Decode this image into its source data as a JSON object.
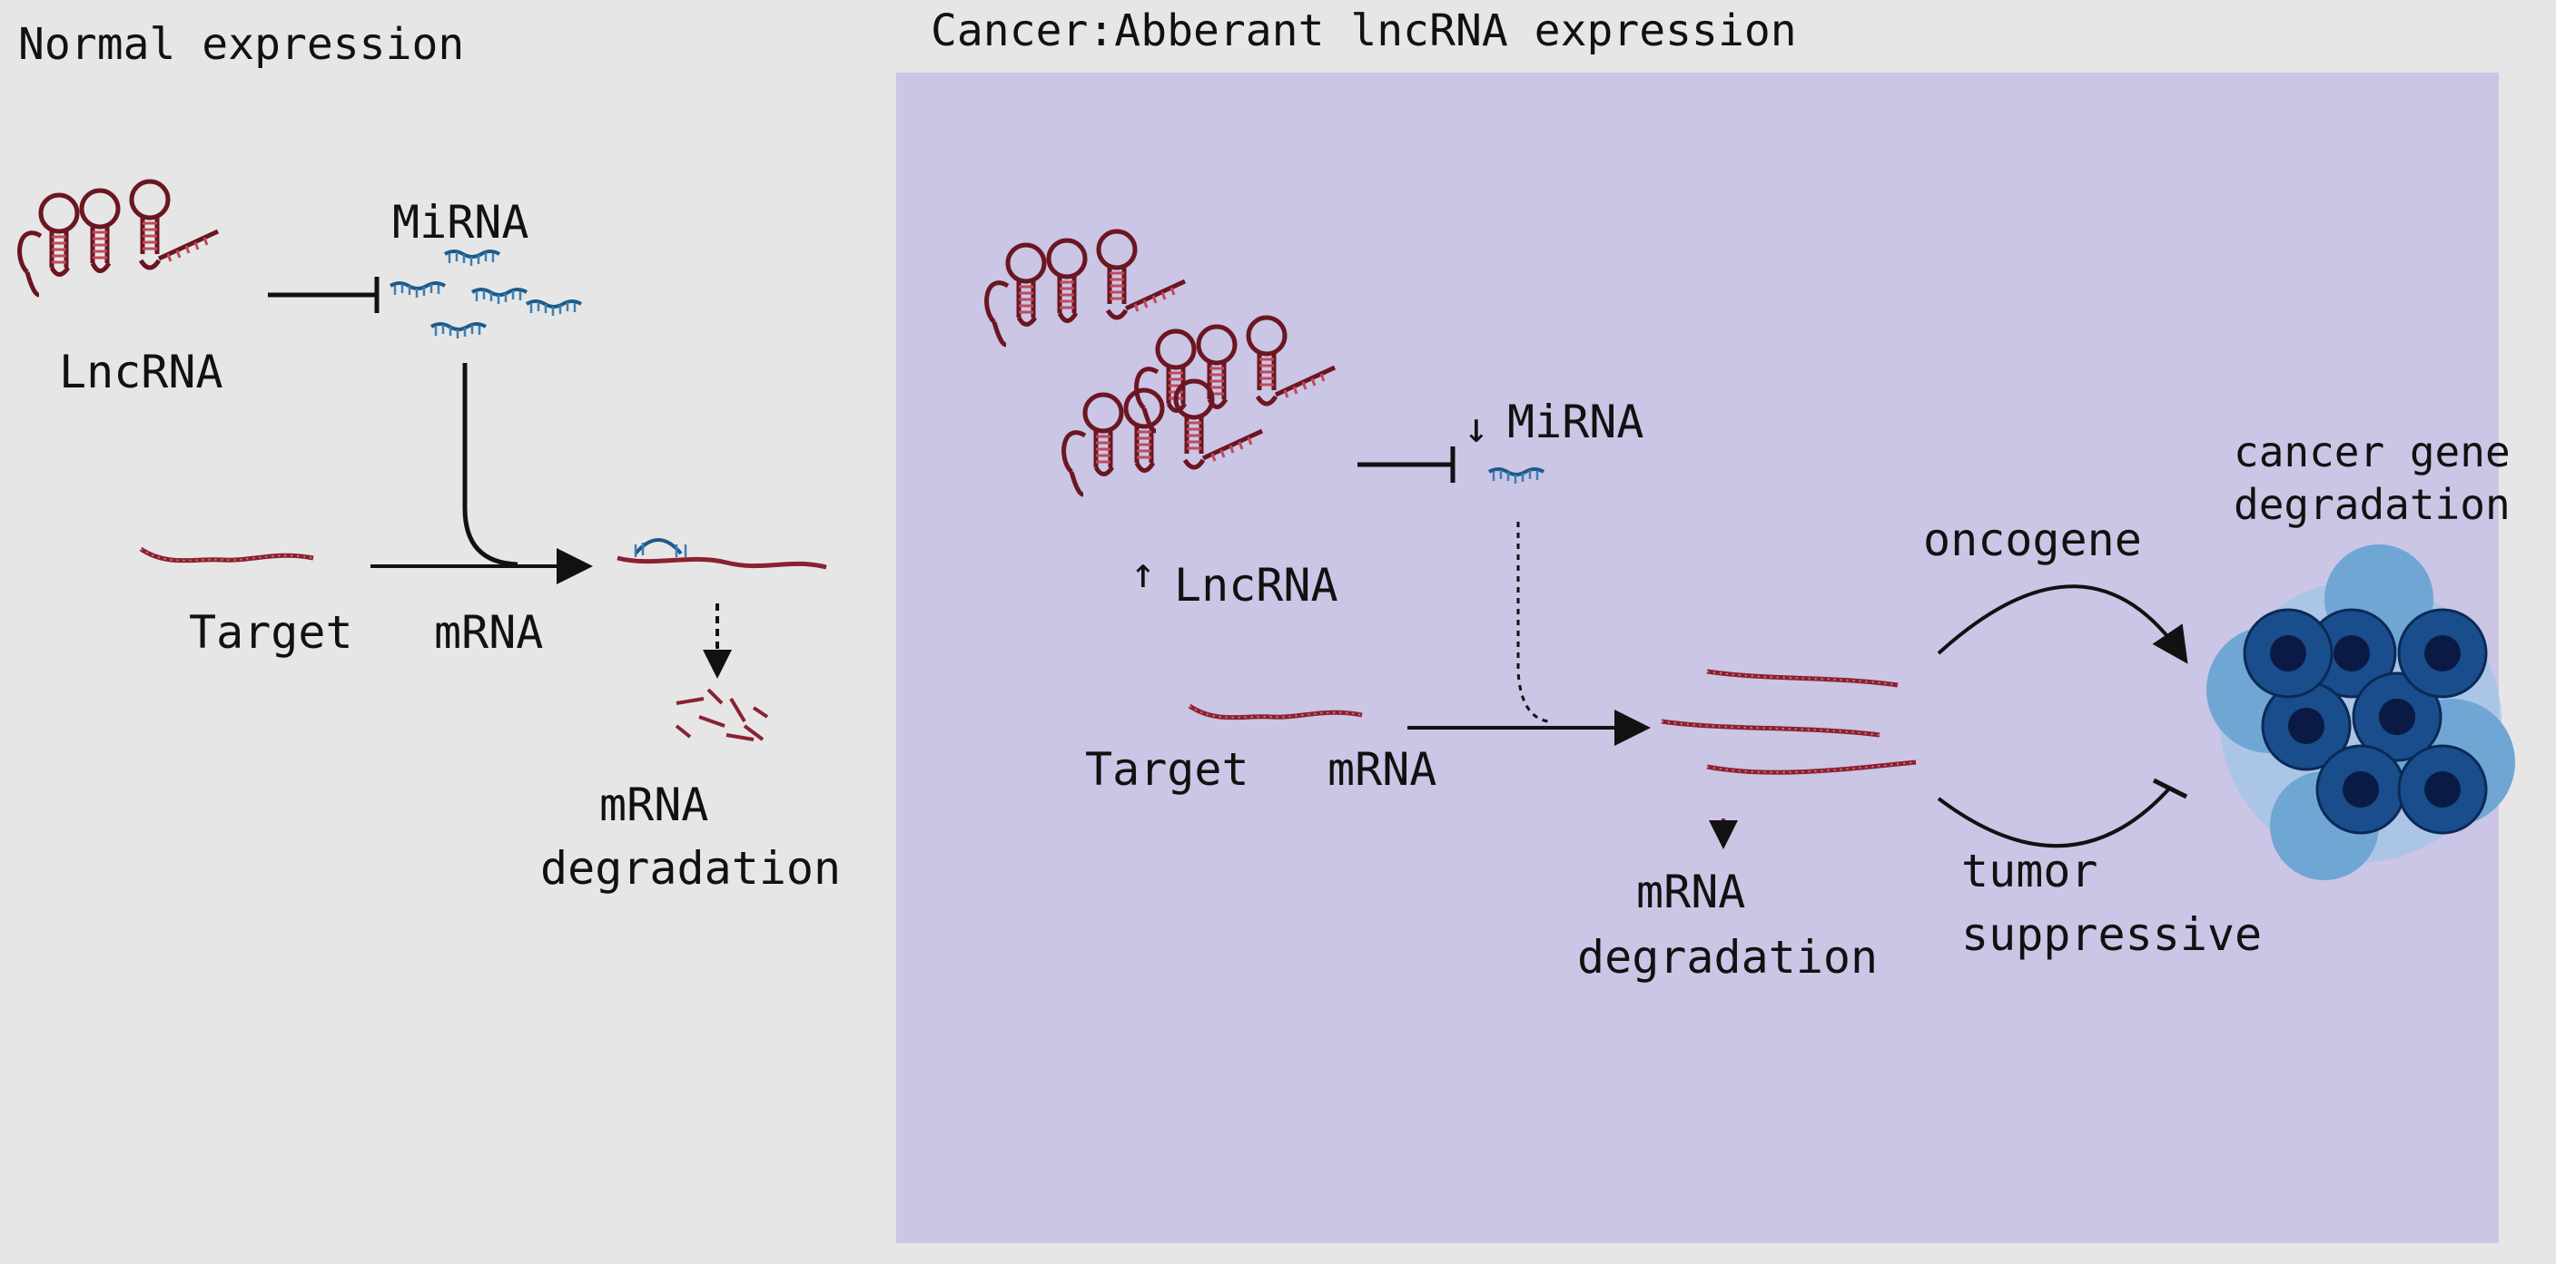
{
  "normal": {
    "title": "Normal expression",
    "lncrna_label": "LncRNA",
    "mirna_label": "MiRNA",
    "target_label": "Target",
    "mrna_label": "mRNA",
    "degradation_line1": "mRNA",
    "degradation_line2": "degradation"
  },
  "cancer": {
    "title": "Cancer:Abberant lncRNA expression",
    "lncrna_label": "LncRNA",
    "lncrna_arrow": "↑",
    "mirna_label": "MiRNA",
    "mirna_arrow": "↓",
    "target_label": "Target",
    "mrna_label": "mRNA",
    "degradation_arrow": "↓",
    "degradation_line1": "mRNA",
    "degradation_line2": "degradation",
    "oncogene_label": "oncogene",
    "tumor_line1": "tumor",
    "tumor_line2": "suppressive",
    "cancer_gene_line1": "cancer gene",
    "cancer_gene_line2": "degradation"
  },
  "colors": {
    "rna_red": "#b03a48",
    "mirna_blue": "#3c7fb4",
    "panel_lavender": "#cbc5e6",
    "cell_dark": "#0d3b74"
  },
  "icons": {
    "lncrna": "lncrna-hairpin-icon",
    "mirna": "mirna-strand-icon",
    "tumor": "tumor-cell-cluster-icon"
  }
}
